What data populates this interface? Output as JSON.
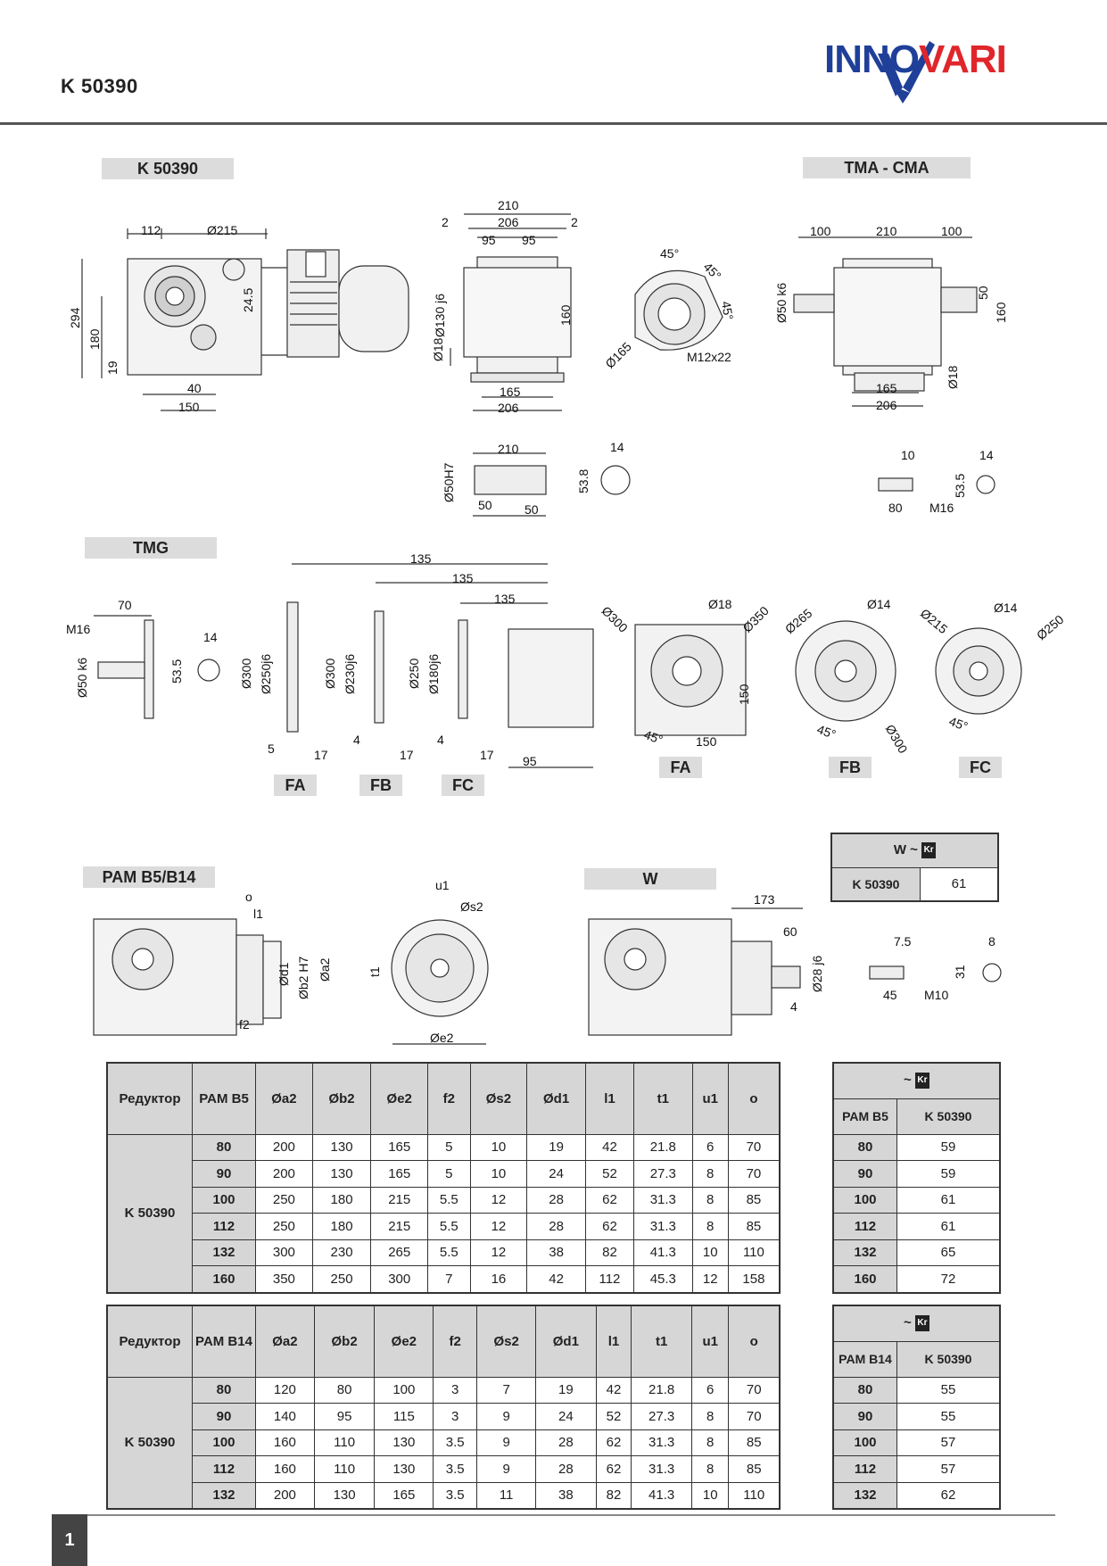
{
  "header": {
    "title": "K 50390",
    "logo_text": "INNOVARI"
  },
  "sections": {
    "main": "K 50390",
    "tma": "TMA - CMA",
    "tmg": "TMG",
    "pam": "PAM B5/B14",
    "w": "W"
  },
  "flange_labels": {
    "fa_small": "FA",
    "fb_small": "FB",
    "fc_small": "FC",
    "fa_big": "FA",
    "fb_big": "FB",
    "fc_big": "FC"
  },
  "dims": {
    "d112": "112",
    "d215": "Ø215",
    "d294": "294",
    "d180": "180",
    "d19": "19",
    "d245": "24.5",
    "d40": "40",
    "d150": "150",
    "d210a": "210",
    "d206a": "206",
    "d2a": "2",
    "d2b": "2",
    "d95a": "95",
    "d95b": "95",
    "d130": "Ø130 j6",
    "d18a": "Ø18",
    "d160a": "160",
    "d165a": "165",
    "d206b": "206",
    "d45a": "45°",
    "d45b": "45°",
    "d45c": "45°",
    "d165b": "Ø165",
    "m12": "M12x22",
    "d100a": "100",
    "d210b": "210",
    "d100b": "100",
    "d50k6": "Ø50 k6",
    "d50": "50",
    "d160b": "160",
    "d18b": "Ø18",
    "d165c": "165",
    "d206c": "206",
    "d210c": "210",
    "d50h7": "Ø50H7",
    "d50a": "50",
    "d50b": "50",
    "d14a": "14",
    "d538a": "53.8",
    "d10": "10",
    "d14b": "14",
    "d535a": "53.5",
    "d80": "80",
    "m16a": "M16",
    "d70": "70",
    "m16b": "M16",
    "d50k6b": "Ø50 k6",
    "d14c": "14",
    "d535b": "53.5",
    "d135a": "135",
    "d135b": "135",
    "d135c": "135",
    "d300a": "Ø300",
    "d250j6": "Ø250j6",
    "d5": "5",
    "d17a": "17",
    "d300b": "Ø300",
    "d230j6": "Ø230j6",
    "d4a": "4",
    "d17b": "17",
    "d250": "Ø250",
    "d180j6": "Ø180j6",
    "d4b": "4",
    "d17c": "17",
    "d95c": "95",
    "d300c": "Ø300",
    "d18c": "Ø18",
    "d350": "Ø350",
    "d150b": "150",
    "d150c": "150",
    "d45d": "45°",
    "d265": "Ø265",
    "d14d": "Ø14",
    "d300d": "Ø300",
    "d45e": "45°",
    "d14e": "Ø14",
    "d250b": "Ø250",
    "d45f": "45°",
    "o": "o",
    "l1": "l1",
    "d1": "Ød1",
    "b2": "Øb2 H7",
    "a2": "Øa2",
    "f2": "f2",
    "u1": "u1",
    "s2": "Øs2",
    "t1": "t1",
    "e2": "Øe2",
    "d173": "173",
    "d60": "60",
    "d28j6": "Ø28 j6",
    "d4c": "4",
    "d75": "7.5",
    "d8": "8",
    "d31": "31",
    "d45g": "45",
    "m10": "M10"
  },
  "weight_w": {
    "header": "W ~",
    "unit": "Kr",
    "model": "K 50390",
    "value": "61"
  },
  "table_b5": {
    "headers": [
      "Редуктор",
      "PAM B5",
      "Øa2",
      "Øb2",
      "Øe2",
      "f2",
      "Øs2",
      "Ød1",
      "l1",
      "t1",
      "u1",
      "o"
    ],
    "group": "K 50390",
    "rows": [
      [
        "80",
        "200",
        "130",
        "165",
        "5",
        "10",
        "19",
        "42",
        "21.8",
        "6",
        "70"
      ],
      [
        "90",
        "200",
        "130",
        "165",
        "5",
        "10",
        "24",
        "52",
        "27.3",
        "8",
        "70"
      ],
      [
        "100",
        "250",
        "180",
        "215",
        "5.5",
        "12",
        "28",
        "62",
        "31.3",
        "8",
        "85"
      ],
      [
        "112",
        "250",
        "180",
        "215",
        "5.5",
        "12",
        "28",
        "62",
        "31.3",
        "8",
        "85"
      ],
      [
        "132",
        "300",
        "230",
        "265",
        "5.5",
        "12",
        "38",
        "82",
        "41.3",
        "10",
        "110"
      ],
      [
        "160",
        "350",
        "250",
        "300",
        "7",
        "16",
        "42",
        "112",
        "45.3",
        "12",
        "158"
      ]
    ]
  },
  "table_b14": {
    "headers": [
      "Редуктор",
      "PAM B14",
      "Øa2",
      "Øb2",
      "Øe2",
      "f2",
      "Øs2",
      "Ød1",
      "l1",
      "t1",
      "u1",
      "o"
    ],
    "group": "K 50390",
    "rows": [
      [
        "80",
        "120",
        "80",
        "100",
        "3",
        "7",
        "19",
        "42",
        "21.8",
        "6",
        "70"
      ],
      [
        "90",
        "140",
        "95",
        "115",
        "3",
        "9",
        "24",
        "52",
        "27.3",
        "8",
        "70"
      ],
      [
        "100",
        "160",
        "110",
        "130",
        "3.5",
        "9",
        "28",
        "62",
        "31.3",
        "8",
        "85"
      ],
      [
        "112",
        "160",
        "110",
        "130",
        "3.5",
        "9",
        "28",
        "62",
        "31.3",
        "8",
        "85"
      ],
      [
        "132",
        "200",
        "130",
        "165",
        "3.5",
        "11",
        "38",
        "82",
        "41.3",
        "10",
        "110"
      ]
    ]
  },
  "weights_b5": {
    "header": "~",
    "unit": "Kr",
    "col1": "PAM B5",
    "col2": "K 50390",
    "rows": [
      [
        "80",
        "59"
      ],
      [
        "90",
        "59"
      ],
      [
        "100",
        "61"
      ],
      [
        "112",
        "61"
      ],
      [
        "132",
        "65"
      ],
      [
        "160",
        "72"
      ]
    ]
  },
  "weights_b14": {
    "header": "~",
    "unit": "Kr",
    "col1": "PAM B14",
    "col2": "K 50390",
    "rows": [
      [
        "80",
        "55"
      ],
      [
        "90",
        "55"
      ],
      [
        "100",
        "57"
      ],
      [
        "112",
        "57"
      ],
      [
        "132",
        "62"
      ]
    ]
  },
  "footer": {
    "page": "1"
  },
  "colors": {
    "logo_blue": "#1f3f99",
    "logo_red": "#e0262b",
    "tag_grey": "#dcdcdc"
  }
}
